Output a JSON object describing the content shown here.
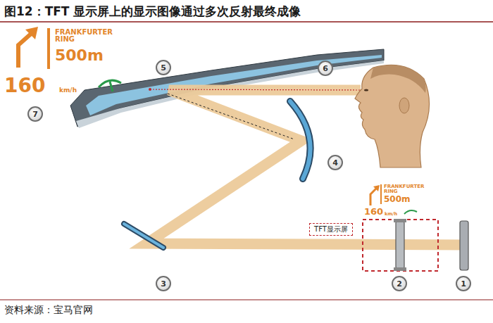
{
  "diagram": {
    "title": "图12：TFT 显示屏上的显示图像通过多次反射最终成像",
    "caption": "资料来源：宝马官网",
    "nodes": [
      {
        "text": [
          "5"
        ]
      },
      {
        "text": [
          "6"
        ]
      },
      {
        "text": [
          "7"
        ]
      },
      {
        "text": [
          "4"
        ]
      },
      {
        "text": [
          "TFT显示屏"
        ]
      },
      {
        "text": [
          "3"
        ]
      },
      {
        "text": [
          "2"
        ]
      },
      {
        "text": [
          "1"
        ]
      }
    ],
    "labels": [
      "FRANKFURTER RING",
      "500m",
      "160",
      "km/h",
      "FRANKFURTER RING",
      "500m",
      "160",
      "km/h"
    ]
  }
}
